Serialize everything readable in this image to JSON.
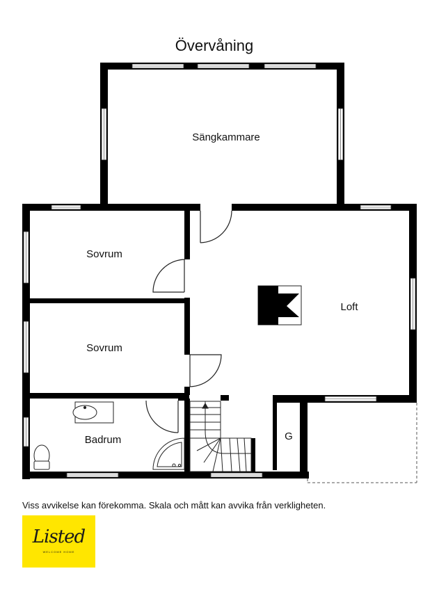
{
  "floor_title": "Övervåning",
  "rooms": {
    "sangkammare": "Sängkammare",
    "sovrum_upper": "Sovrum",
    "sovrum_lower": "Sovrum",
    "loft": "Loft",
    "badrum": "Badrum",
    "g": "G"
  },
  "disclaimer": "Viss avvikelse kan förekomma. Skala och mått kan avvika från verkligheten.",
  "logo": {
    "word": "Listed",
    "tagline": "WELCOME HOME",
    "color": "#ffe600"
  },
  "colors": {
    "wall": "#000000",
    "line": "#222222"
  }
}
